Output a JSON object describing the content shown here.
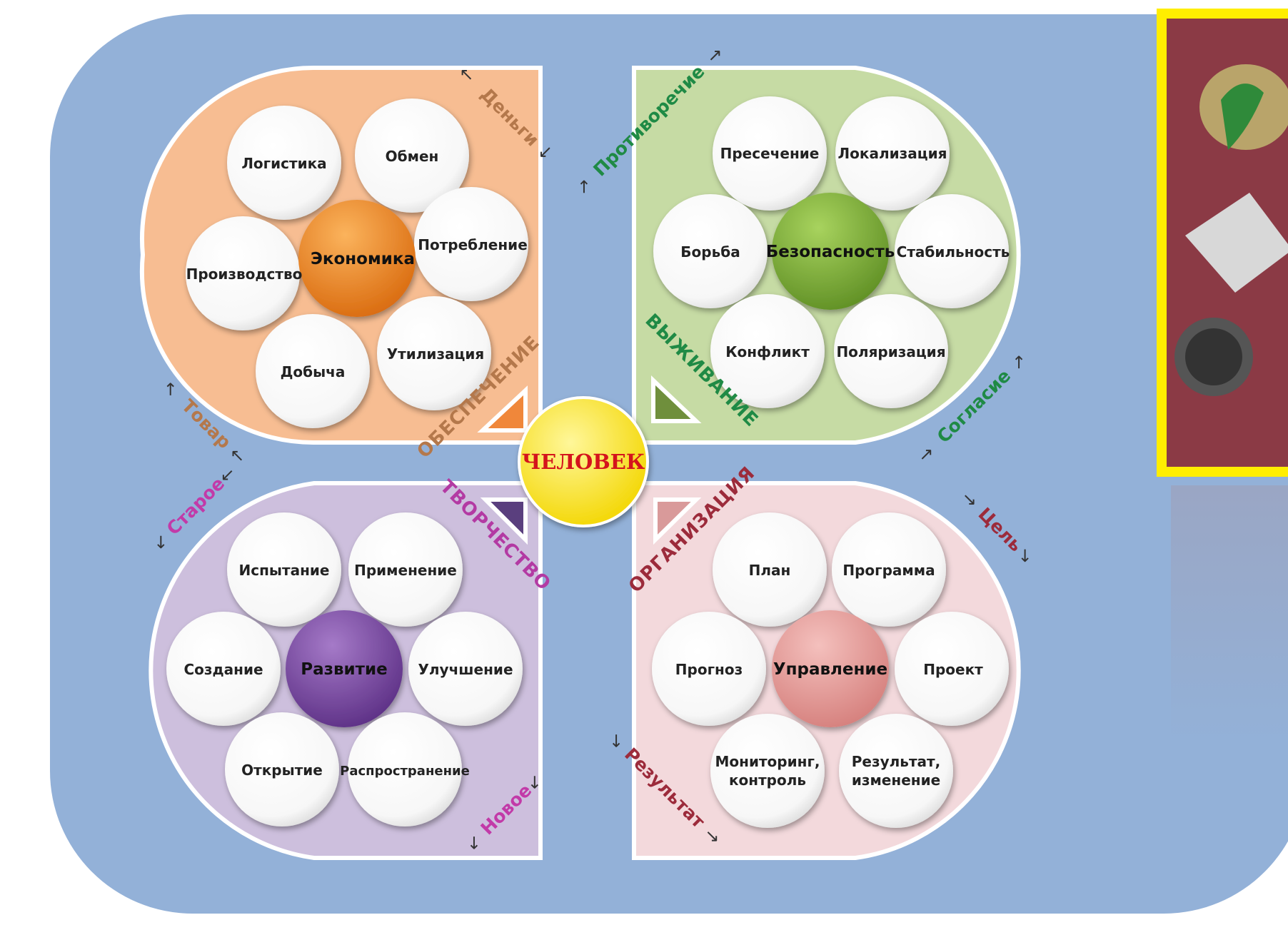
{
  "hub": {
    "label": "ЧЕЛОВЕК",
    "color": "#ffe600"
  },
  "quadrants": [
    {
      "id": "economy",
      "title": "ОБЕСПЕЧЕНИЕ",
      "center": "Экономика",
      "petals": [
        "Логистика",
        "Обмен",
        "Потребление",
        "Утилизация",
        "Добыча",
        "Производство"
      ],
      "colors": {
        "fill": "#f7bd92",
        "center": "#ef8a1e",
        "title": "#b4784b",
        "marker": "#f0873a"
      }
    },
    {
      "id": "security",
      "title": "ВЫЖИВАНИЕ",
      "center": "Безопасность",
      "petals": [
        "Пресечение",
        "Локализация",
        "Стабильность",
        "Поляризация",
        "Конфликт",
        "Борьба"
      ],
      "colors": {
        "fill": "#c6dba4",
        "center": "#7fb13e",
        "title": "#1f8a45",
        "marker": "#6f8f3c"
      }
    },
    {
      "id": "development",
      "title": "ТВОРЧЕСТВО",
      "center": "Развитие",
      "petals": [
        "Испытание",
        "Применение",
        "Улучшение",
        "Распространение",
        "Открытие",
        "Создание"
      ],
      "colors": {
        "fill": "#cdbfdd",
        "center": "#7d4aa8",
        "title": "#b33aa3",
        "marker": "#5a3f7e"
      }
    },
    {
      "id": "management",
      "title": "ОРГАНИЗАЦИЯ",
      "center": "Управление",
      "petals": [
        "План",
        "Программа",
        "Проект",
        "Результат, изменение",
        "Мониторинг, контроль",
        "Прогноз"
      ],
      "colors": {
        "fill": "#f3d9dc",
        "center": "#e59d9a",
        "title": "#9c2b3b",
        "marker": "#d99a9a"
      }
    }
  ],
  "flows": [
    {
      "label": "Деньги",
      "color": "#b4784b"
    },
    {
      "label": "Противоречие",
      "color": "#1f8a45"
    },
    {
      "label": "Товар",
      "color": "#b4784b"
    },
    {
      "label": "Согласие",
      "color": "#1f8a45"
    },
    {
      "label": "Старое",
      "color": "#c23aa8"
    },
    {
      "label": "Цель",
      "color": "#9c2b3b"
    },
    {
      "label": "Новое",
      "color": "#c23aa8"
    },
    {
      "label": "Результат",
      "color": "#9c2b3b"
    }
  ],
  "background": {
    "panel": "#93b1d8"
  },
  "artwork": {
    "name": "framed-painting",
    "frame_color": "#ffee00",
    "canvas_color": "#8b3a45"
  }
}
